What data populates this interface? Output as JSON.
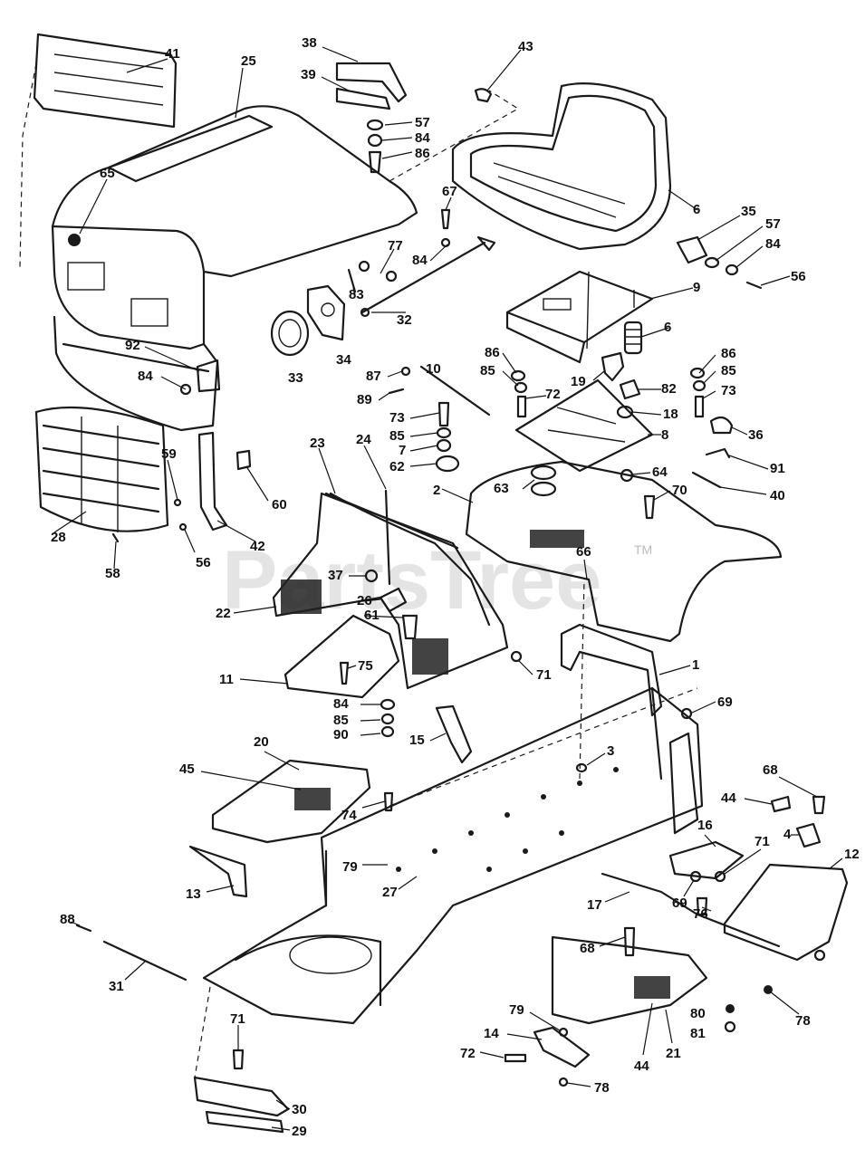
{
  "watermark": "PartsTree",
  "watermark_tm": "TM",
  "callouts": [
    {
      "id": "c41",
      "text": "41"
    },
    {
      "id": "c25",
      "text": "25"
    },
    {
      "id": "c38",
      "text": "38"
    },
    {
      "id": "c39",
      "text": "39"
    },
    {
      "id": "c43",
      "text": "43"
    },
    {
      "id": "c57a",
      "text": "57"
    },
    {
      "id": "c84a",
      "text": "84"
    },
    {
      "id": "c86a",
      "text": "86"
    },
    {
      "id": "c65",
      "text": "65"
    },
    {
      "id": "c67",
      "text": "67"
    },
    {
      "id": "c6a",
      "text": "6"
    },
    {
      "id": "c35",
      "text": "35"
    },
    {
      "id": "c57b",
      "text": "57"
    },
    {
      "id": "c84b",
      "text": "84"
    },
    {
      "id": "c56a",
      "text": "56"
    },
    {
      "id": "c77",
      "text": "77"
    },
    {
      "id": "c84c",
      "text": "84"
    },
    {
      "id": "c83",
      "text": "83"
    },
    {
      "id": "c9",
      "text": "9"
    },
    {
      "id": "c32",
      "text": "32"
    },
    {
      "id": "c92",
      "text": "92"
    },
    {
      "id": "c33",
      "text": "33"
    },
    {
      "id": "c34",
      "text": "34"
    },
    {
      "id": "c6b",
      "text": "6"
    },
    {
      "id": "c84d",
      "text": "84"
    },
    {
      "id": "c86b",
      "text": "86"
    },
    {
      "id": "c85a",
      "text": "85"
    },
    {
      "id": "c72a",
      "text": "72"
    },
    {
      "id": "c19",
      "text": "19"
    },
    {
      "id": "c82",
      "text": "82"
    },
    {
      "id": "c86c",
      "text": "86"
    },
    {
      "id": "c85b",
      "text": "85"
    },
    {
      "id": "c73a",
      "text": "73"
    },
    {
      "id": "c87",
      "text": "87"
    },
    {
      "id": "c10",
      "text": "10"
    },
    {
      "id": "c89",
      "text": "89"
    },
    {
      "id": "c73b",
      "text": "73"
    },
    {
      "id": "c18",
      "text": "18"
    },
    {
      "id": "c36",
      "text": "36"
    },
    {
      "id": "c85c",
      "text": "85"
    },
    {
      "id": "c7",
      "text": "7"
    },
    {
      "id": "c8",
      "text": "8"
    },
    {
      "id": "c62",
      "text": "62"
    },
    {
      "id": "c59",
      "text": "59"
    },
    {
      "id": "c23",
      "text": "23"
    },
    {
      "id": "c24",
      "text": "24"
    },
    {
      "id": "c91",
      "text": "91"
    },
    {
      "id": "c63",
      "text": "63"
    },
    {
      "id": "c64",
      "text": "64"
    },
    {
      "id": "c2",
      "text": "2"
    },
    {
      "id": "c70",
      "text": "70"
    },
    {
      "id": "c40",
      "text": "40"
    },
    {
      "id": "c28",
      "text": "28"
    },
    {
      "id": "c60",
      "text": "60"
    },
    {
      "id": "c42",
      "text": "42"
    },
    {
      "id": "c56b",
      "text": "56"
    },
    {
      "id": "c58",
      "text": "58"
    },
    {
      "id": "c37",
      "text": "37"
    },
    {
      "id": "c66",
      "text": "66"
    },
    {
      "id": "c26",
      "text": "26"
    },
    {
      "id": "c22",
      "text": "22"
    },
    {
      "id": "c61",
      "text": "61"
    },
    {
      "id": "c71a",
      "text": "71"
    },
    {
      "id": "c1",
      "text": "1"
    },
    {
      "id": "c11",
      "text": "11"
    },
    {
      "id": "c75",
      "text": "75"
    },
    {
      "id": "c69a",
      "text": "69"
    },
    {
      "id": "c84e",
      "text": "84"
    },
    {
      "id": "c85d",
      "text": "85"
    },
    {
      "id": "c90",
      "text": "90"
    },
    {
      "id": "c15",
      "text": "15"
    },
    {
      "id": "c20",
      "text": "20"
    },
    {
      "id": "c3",
      "text": "3"
    },
    {
      "id": "c45",
      "text": "45"
    },
    {
      "id": "c68a",
      "text": "68"
    },
    {
      "id": "c44a",
      "text": "44"
    },
    {
      "id": "c74",
      "text": "74"
    },
    {
      "id": "c4",
      "text": "4"
    },
    {
      "id": "c16",
      "text": "16"
    },
    {
      "id": "c12",
      "text": "12"
    },
    {
      "id": "c71b",
      "text": "71"
    },
    {
      "id": "c79a",
      "text": "79"
    },
    {
      "id": "c13",
      "text": "13"
    },
    {
      "id": "c27",
      "text": "27"
    },
    {
      "id": "c69b",
      "text": "69"
    },
    {
      "id": "c76",
      "text": "76"
    },
    {
      "id": "c17",
      "text": "17"
    },
    {
      "id": "c88",
      "text": "88"
    },
    {
      "id": "c68b",
      "text": "68"
    },
    {
      "id": "c31",
      "text": "31"
    },
    {
      "id": "c78a",
      "text": "78"
    },
    {
      "id": "c80",
      "text": "80"
    },
    {
      "id": "c81",
      "text": "81"
    },
    {
      "id": "c71c",
      "text": "71"
    },
    {
      "id": "c79b",
      "text": "79"
    },
    {
      "id": "c14",
      "text": "14"
    },
    {
      "id": "c72b",
      "text": "72"
    },
    {
      "id": "c44b",
      "text": "44"
    },
    {
      "id": "c21",
      "text": "21"
    },
    {
      "id": "c78b",
      "text": "78"
    },
    {
      "id": "c30",
      "text": "30"
    },
    {
      "id": "c29",
      "text": "29"
    }
  ]
}
